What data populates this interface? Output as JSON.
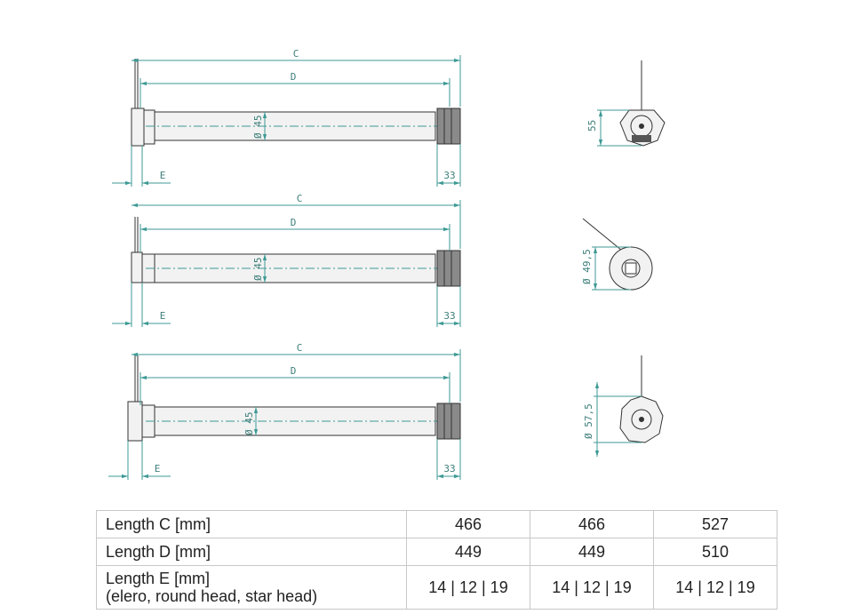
{
  "drawings": [
    {
      "dim_c": "C",
      "dim_d": "D",
      "dim_e": "E",
      "dim_33": "33",
      "diameter": "Ø 45",
      "end_dim": "55"
    },
    {
      "dim_c": "C",
      "dim_d": "D",
      "dim_e": "E",
      "dim_33": "33",
      "diameter": "Ø 45",
      "end_dim": "Ø 49,5"
    },
    {
      "dim_c": "C",
      "dim_d": "D",
      "dim_e": "E",
      "dim_33": "33",
      "diameter": "Ø 45",
      "end_dim": "Ø 57,5"
    }
  ],
  "table": {
    "rows": [
      {
        "label": "Length C [mm]",
        "values": [
          "466",
          "466",
          "527"
        ]
      },
      {
        "label": "Length D [mm]",
        "values": [
          "449",
          "449",
          "510"
        ]
      },
      {
        "label": "Length E [mm]",
        "label_sub": "(elero, round head, star head)",
        "values": [
          "14 | 12 | 19",
          "14 | 12 | 19",
          "14 | 12 | 19"
        ]
      }
    ]
  },
  "colors": {
    "dimension": "#3d9a95",
    "outline": "#333333",
    "table_border": "#c8c8c8"
  }
}
